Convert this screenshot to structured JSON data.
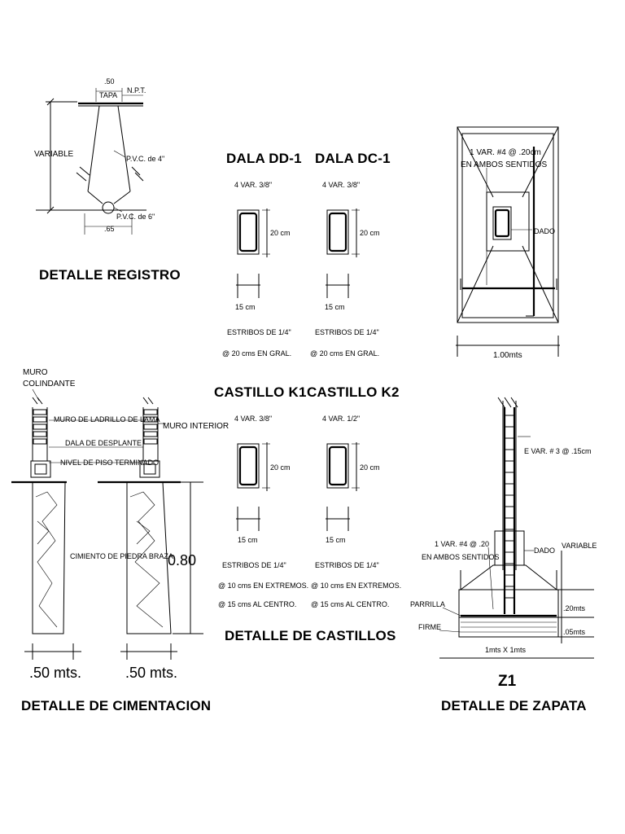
{
  "registro": {
    "title": "DETALLE REGISTRO",
    "tapa_dim": ".50",
    "tapa": "TAPA",
    "npt": "N.P.T.",
    "variable": "VARIABLE",
    "pvc4": "P.V.C. de 4\"",
    "pvc6": "P.V.C. de 6\"",
    "base_dim": ".65"
  },
  "dalas": [
    {
      "title": "DALA DD-1",
      "var": "4 VAR. 3/8\"",
      "height": "20 cm",
      "width": "15 cm",
      "estribos": "ESTRIBOS DE 1/4\"",
      "spacing1": "@ 20 cms EN GRAL.",
      "spacing2": ""
    },
    {
      "title": "DALA DC-1",
      "var": "4 VAR. 3/8\"",
      "height": "20 cm",
      "width": "15 cm",
      "estribos": "ESTRIBOS DE 1/4\"",
      "spacing1": "@ 20 cms EN GRAL.",
      "spacing2": ""
    }
  ],
  "castillos": [
    {
      "title": "CASTILLO K1",
      "var": "4 VAR. 3/8\"",
      "height": "20 cm",
      "width": "15 cm",
      "estribos": "ESTRIBOS DE 1/4\"",
      "spacing1": "@ 10 cms EN EXTREMOS.",
      "spacing2": "@ 15 cms AL CENTRO."
    },
    {
      "title": "CASTILLO K2",
      "var": "4 VAR. 1/2\"",
      "height": "20 cm",
      "width": "15 cm",
      "estribos": "ESTRIBOS DE 1/4\"",
      "spacing1": "@ 10 cms EN EXTREMOS.",
      "spacing2": "@ 15 cms AL CENTRO."
    }
  ],
  "castillos_title": "DETALLE DE CASTILLOS",
  "zapata_plan": {
    "rebar": "1 VAR. #4 @ .20cm",
    "rebar2": "EN AMBOS SENTIDOS",
    "dado": "DADO",
    "width": "1.00mts"
  },
  "cimentacion": {
    "title": "DETALLE DE CIMENTACION",
    "muro_colindante_1": "MURO",
    "muro_colindante_2": "COLINDANTE",
    "muro_ladrillo": "MURO DE LADRILLO DE LAMA",
    "muro_interior": "MURO INTERIOR",
    "dala_desplante": "DALA DE DESPLANTE",
    "nivel_piso": "NIVEL DE PISO TERMINADO",
    "cimiento": "CIMIENTO DE PIEDRA BRAZA",
    "height": "0.80",
    "width_left": ".50 mts.",
    "width_right": ".50 mts."
  },
  "zapata": {
    "title": "Z1",
    "subtitle": "DETALLE DE ZAPATA",
    "estribos": "E VAR. # 3 @ .15cm",
    "rebar1": "1 VAR. #4 @ .20",
    "rebar2": "EN AMBOS SENTIDOS",
    "dado": "DADO",
    "variable": "VARIABLE",
    "parrilla": "PARRILLA",
    "firme": "FIRME",
    "dim20": ".20mts",
    "dim05": ".05mts",
    "size": "1mts X 1mts"
  }
}
